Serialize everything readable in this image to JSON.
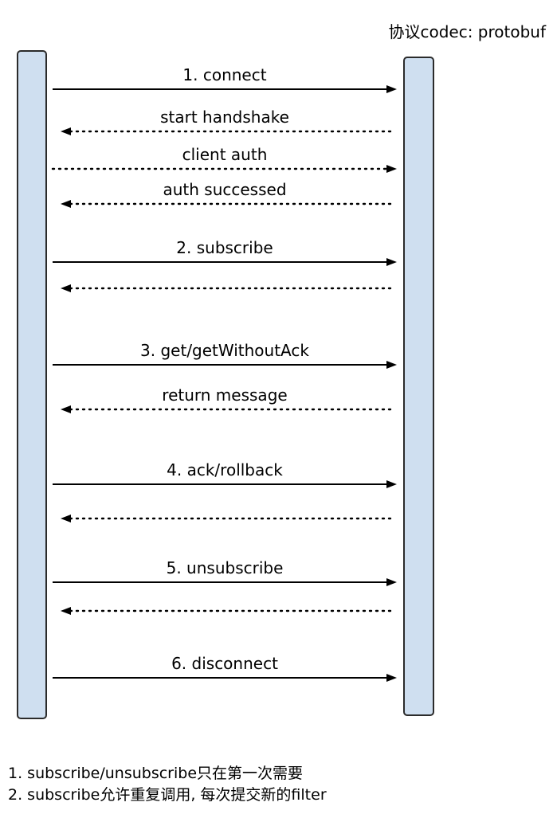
{
  "header": {
    "protocol_label": "协议codec: protobuf"
  },
  "colors": {
    "lifeline_fill": "#cfdff0",
    "lifeline_stroke": "#2b2b2b",
    "arrow": "#000000"
  },
  "messages": [
    {
      "label": "1. connect",
      "direction": "right",
      "style": "solid"
    },
    {
      "label": "start handshake",
      "direction": "left",
      "style": "dotted"
    },
    {
      "label": "client auth",
      "direction": "right",
      "style": "dotted"
    },
    {
      "label": "auth successed",
      "direction": "left",
      "style": "dotted"
    },
    {
      "label": "2. subscribe",
      "direction": "right",
      "style": "solid"
    },
    {
      "label": "",
      "direction": "left",
      "style": "dotted"
    },
    {
      "label": "3. get/getWithoutAck",
      "direction": "right",
      "style": "solid"
    },
    {
      "label": "return message",
      "direction": "left",
      "style": "dotted"
    },
    {
      "label": "4. ack/rollback",
      "direction": "right",
      "style": "solid"
    },
    {
      "label": "",
      "direction": "left",
      "style": "dotted"
    },
    {
      "label": "5. unsubscribe",
      "direction": "right",
      "style": "solid"
    },
    {
      "label": "",
      "direction": "left",
      "style": "dotted"
    },
    {
      "label": "6. disconnect",
      "direction": "right",
      "style": "solid"
    }
  ],
  "notes": [
    "1. subscribe/unsubscribe只在第一次需要",
    "2. subscribe允许重复调用, 每次提交新的filter"
  ]
}
